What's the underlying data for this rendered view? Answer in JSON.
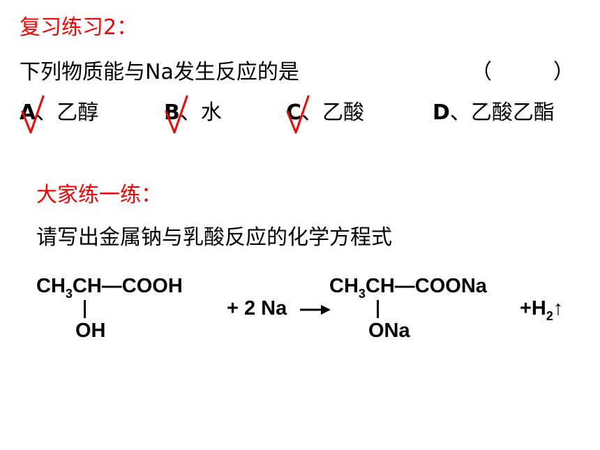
{
  "colors": {
    "accent": "#ff0000",
    "text": "#000000"
  },
  "exercise": {
    "title": "复习练习2：",
    "question": "下列物质能与Na发生反应的是",
    "paren_open": "（",
    "paren_close": "）",
    "options": [
      {
        "letter": "A",
        "text": "、乙醇",
        "checked": true
      },
      {
        "letter": "B",
        "text": "、水",
        "checked": true
      },
      {
        "letter": "C",
        "text": "、乙酸",
        "checked": true
      },
      {
        "letter": "D",
        "text": "、乙酸乙酯",
        "checked": false
      }
    ]
  },
  "practice": {
    "title": "大家练一练：",
    "instruction": "请写出金属钠与乳酸反应的化学方程式"
  },
  "equation": {
    "reactant_main_pre": "CH",
    "reactant_sub": "3",
    "reactant_main_post": "CH—COOH",
    "reactant_branch": "OH",
    "plus_reagent": "+ 2 Na",
    "product_main_pre": "CH",
    "product_sub": "3",
    "product_main_post": "CH—COONa",
    "product_branch": "ONa",
    "gas_pre": "+H",
    "gas_sub": "2",
    "gas_arrow": "↑"
  }
}
